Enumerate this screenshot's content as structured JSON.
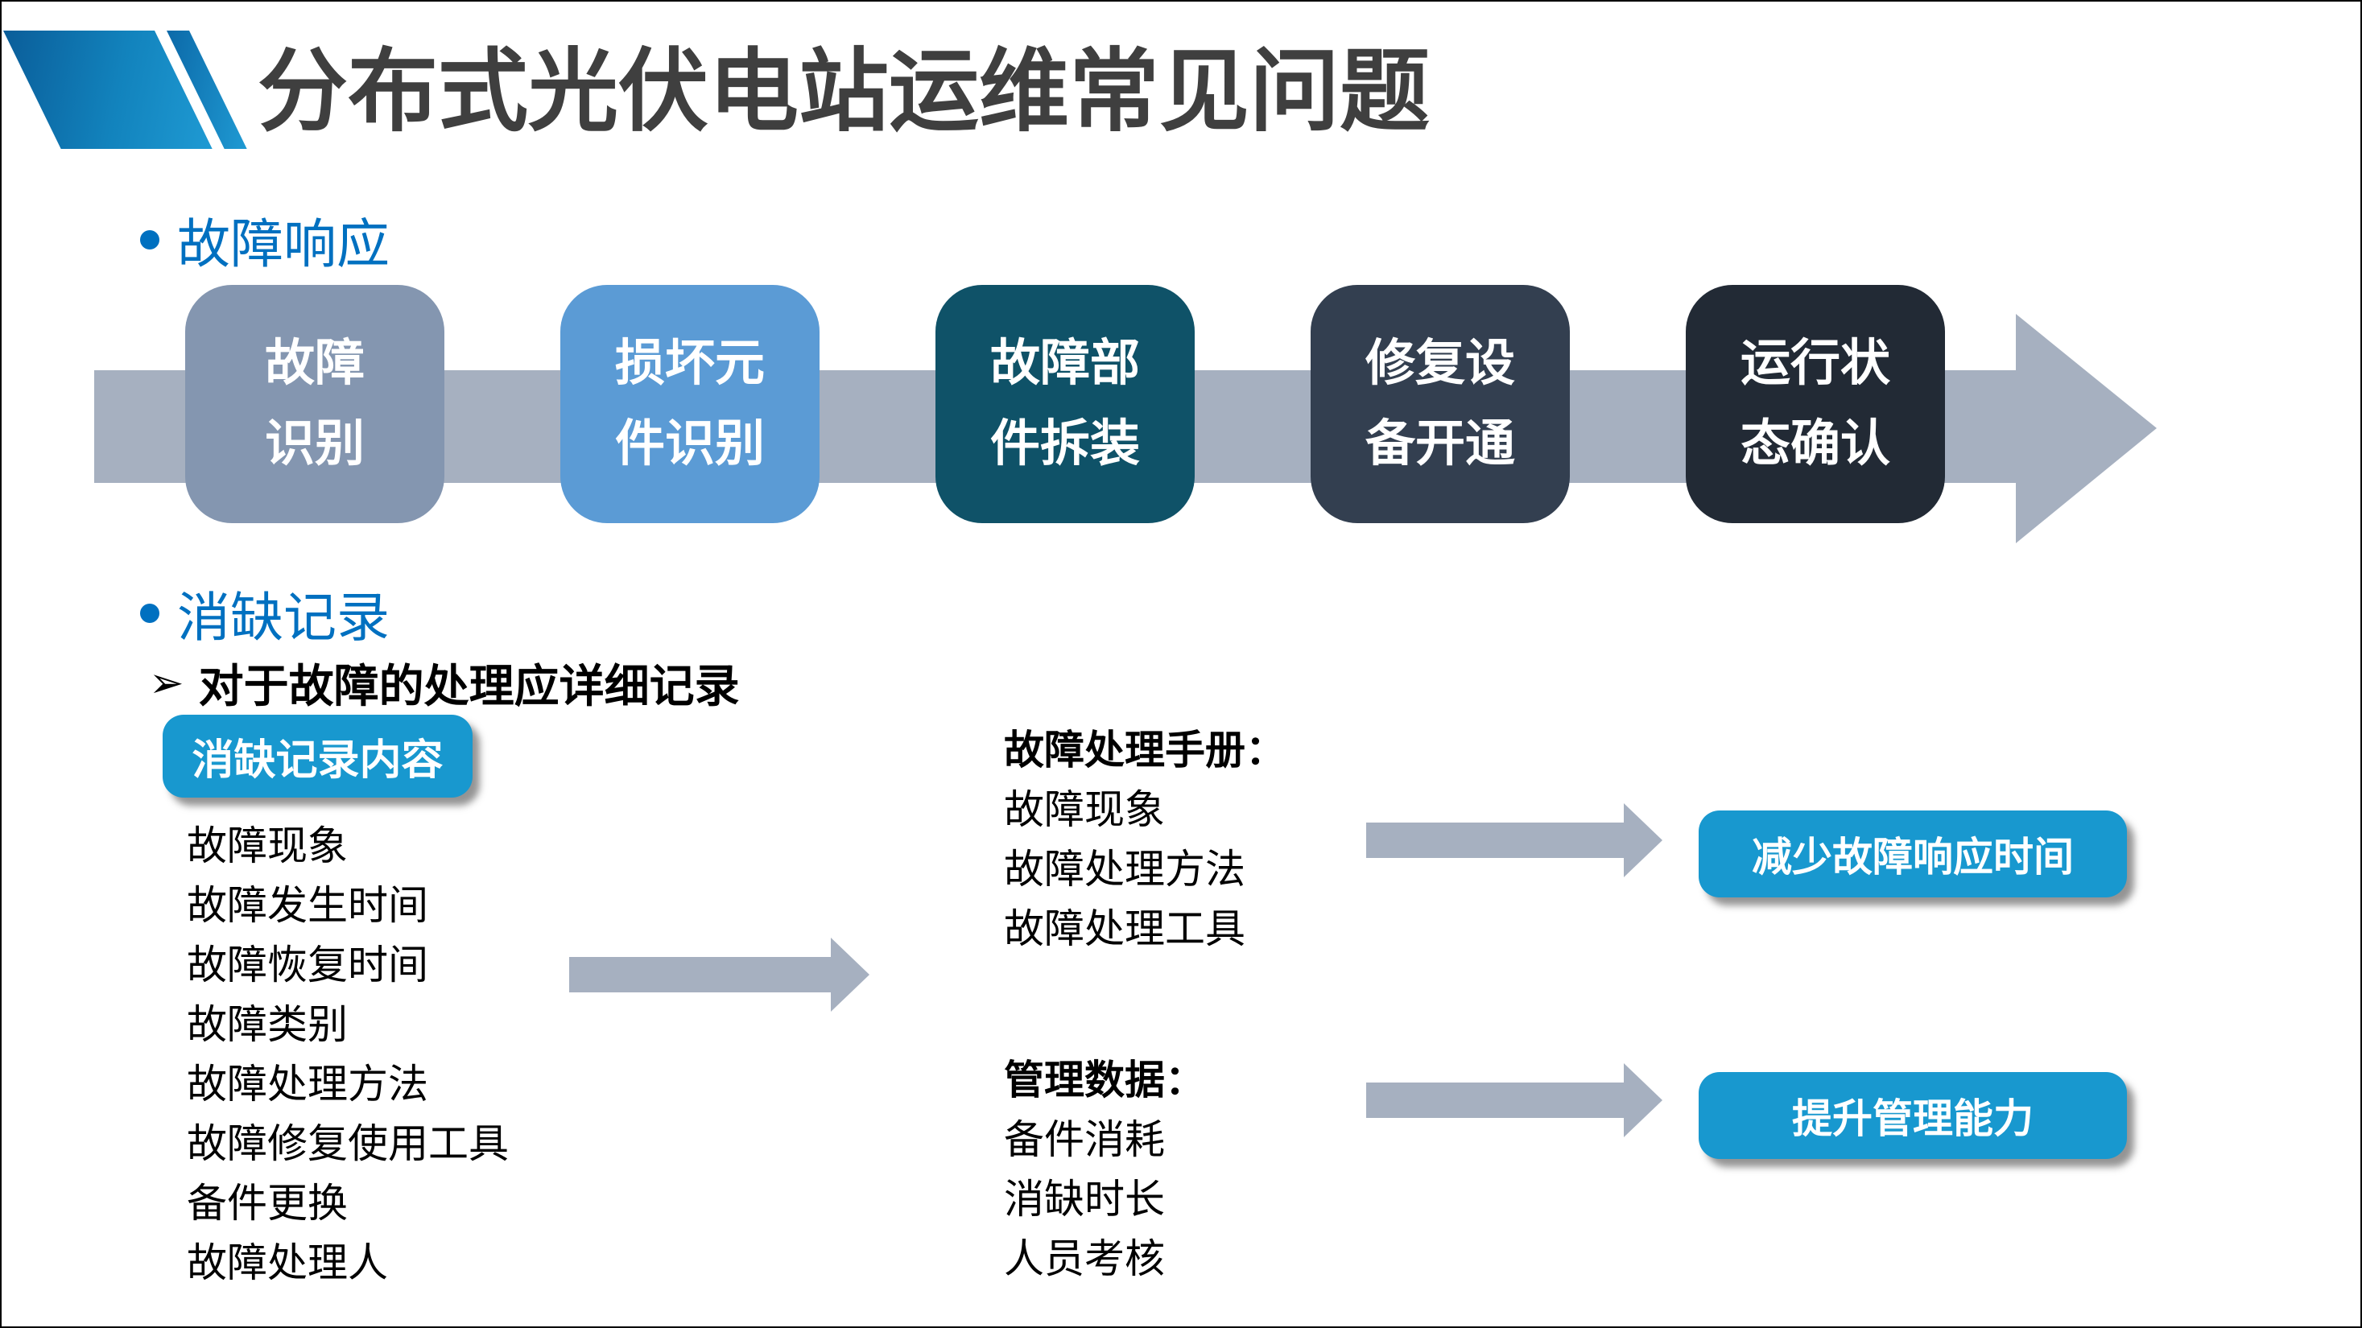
{
  "title": "分布式光伏电站运维常见问题",
  "bullet_glyph": "•",
  "colors": {
    "title_text": "#3F3F3F",
    "heading_blue": "#0070C0",
    "arrow_gray": "#A6B0C0",
    "cyan_button": "#1898CF",
    "logo_gradient_start": "#0A5D99",
    "logo_gradient_end": "#1F9AD3"
  },
  "fault_response": {
    "heading": "故障响应",
    "steps": [
      {
        "line1": "故障",
        "line2": "识别",
        "color": "#8496B0"
      },
      {
        "line1": "损坏元",
        "line2": "件识别",
        "color": "#5B9BD5"
      },
      {
        "line1": "故障部",
        "line2": "件拆装",
        "color": "#0F5268"
      },
      {
        "line1": "修复设",
        "line2": "备开通",
        "color": "#333F50"
      },
      {
        "line1": "运行状",
        "line2": "态确认",
        "color": "#222A35"
      }
    ]
  },
  "defect_record": {
    "heading": "消缺记录",
    "note_bullet": "➢",
    "note": "对于故障的处理应详细记录",
    "tag_label": "消缺记录内容",
    "record_items": [
      "故障现象",
      "故障发生时间",
      "故障恢复时间",
      "故障类别",
      "故障处理方法",
      "故障修复使用工具",
      "备件更换",
      "故障处理人"
    ],
    "manual_block": {
      "title": "故障处理手册：",
      "items": [
        "故障现象",
        "故障处理方法",
        "故障处理工具"
      ]
    },
    "management_block": {
      "title": "管理数据：",
      "items": [
        "备件消耗",
        "消缺时长",
        "人员考核"
      ]
    },
    "outcomes": [
      "减少故障响应时间",
      "提升管理能力"
    ]
  }
}
